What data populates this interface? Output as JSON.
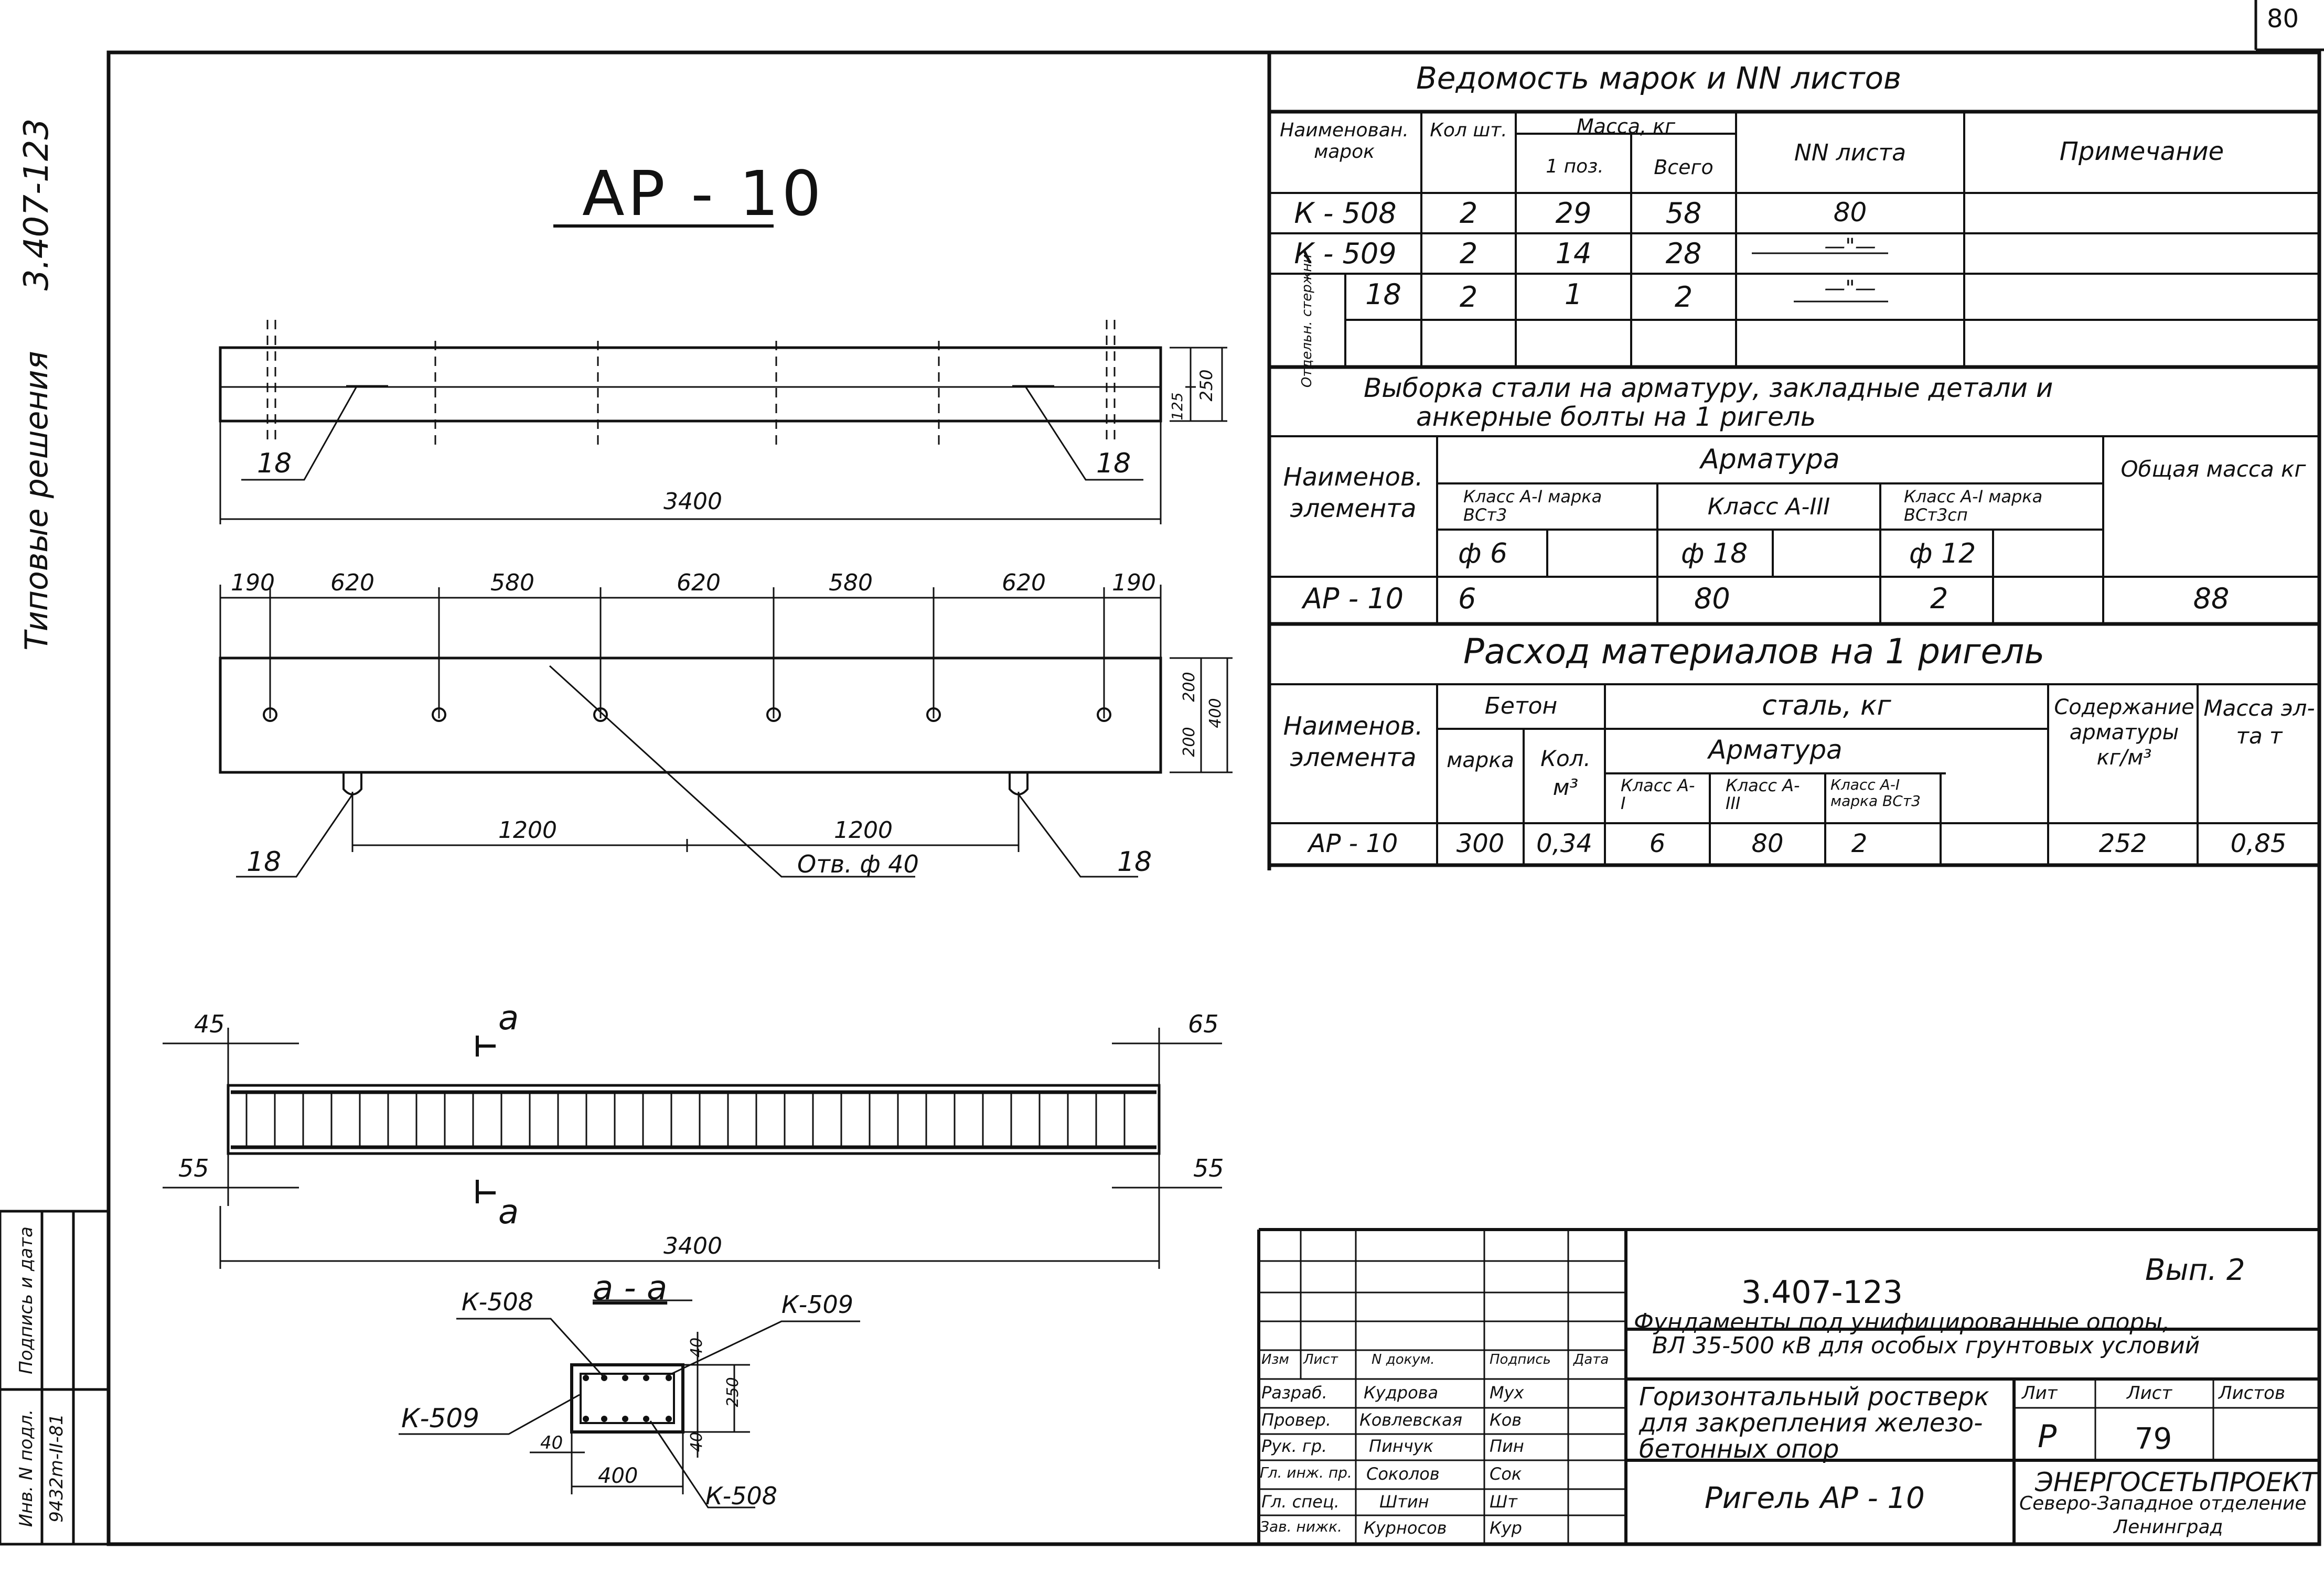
{
  "sheet_number": "80",
  "side": {
    "series_label": "Типовые решения",
    "series_code": "3.407-123",
    "inv_no_label": "Инв. N подл.",
    "inv_no_value": "9432m-II-81",
    "sign_date_label": "Подпись и дата"
  },
  "title": "АР - 10",
  "view1": {
    "bar_mark_left": "18",
    "bar_mark_right": "18",
    "length": "3400",
    "h_total": "250",
    "h_part": "125"
  },
  "view2": {
    "spacing": [
      "190",
      "620",
      "580",
      "620",
      "580",
      "620",
      "190"
    ],
    "dim_1200_a": "1200",
    "dim_1200_b": "1200",
    "mark_left": "18",
    "mark_right": "18",
    "hole_label": "Отв. ф 40",
    "h_top": "200",
    "h_bottom": "200",
    "h_total": "400"
  },
  "view3": {
    "left_top": "45",
    "left_bottom": "55",
    "right_top": "65",
    "right_bottom": "55",
    "section_mark": "а",
    "length": "3400"
  },
  "section": {
    "title": "а - а",
    "k508_top": "К-508",
    "k509_top": "К-509",
    "k509_left": "К-509",
    "k508_bottom": "К-508",
    "cover_top": "40",
    "height": "250",
    "cover_left": "40",
    "cover_bottom": "40",
    "width": "400"
  },
  "table1": {
    "title": "Ведомость марок и NN листов",
    "headers": {
      "name": "Наименован. марок",
      "qty": "Кол шт.",
      "mass": "Масса, кг",
      "mass_one": "1 поз.",
      "mass_all": "Всего",
      "sheet": "NN листа",
      "note": "Примечание"
    },
    "side_label": "Отдельн. стержни",
    "rows": [
      {
        "name": "К - 508",
        "qty": "2",
        "one": "29",
        "all": "58",
        "sheet": "80"
      },
      {
        "name": "К - 509",
        "qty": "2",
        "one": "14",
        "all": "28",
        "sheet": "—\"—"
      },
      {
        "name": "18",
        "qty": "2",
        "one": "1",
        "all": "2",
        "sheet": "—\"—"
      }
    ]
  },
  "table2": {
    "title_line1": "Выборка стали на арматуру, закладные детали и",
    "title_line2": "анкерные болты на 1 ригель",
    "name_header": "Наименов. элемента",
    "armature": "Арматура",
    "class1": "Класс А-I марка ВСт3",
    "class2": "Класс А-III",
    "class3": "Класс А-I марка ВСт3сп",
    "d1": "ф 6",
    "d2": "ф 18",
    "d3": "ф 12",
    "total_header": "Общая масса кг",
    "row": {
      "name": "АР - 10",
      "v1": "6",
      "v2": "80",
      "v3": "2",
      "total": "88"
    }
  },
  "table3": {
    "title": "Расход материалов на 1 ригель",
    "name_header": "Наименов. элемента",
    "concrete": "Бетон",
    "grade": "марка",
    "vol": "Кол. м³",
    "steel": "сталь, кг",
    "armature": "Арматура",
    "class1": "Класс А-I",
    "class2": "Класс А-III",
    "class3": "Класс А-I марка ВСт3",
    "content": "Содержание арматуры кг/м³",
    "mass": "Масса эл-та т",
    "row": {
      "name": "АР - 10",
      "grade": "300",
      "vol": "0,34",
      "c1": "6",
      "c2": "80",
      "c3": "2",
      "content": "252",
      "mass": "0,85"
    }
  },
  "stamp": {
    "code": "3.407-123",
    "issue": "Вып. 2",
    "project_line1": "Фундаменты под унифицированные опоры,",
    "project_line2": "ВЛ 35-500 кВ для особых грунтовых условий",
    "desc_line1": "Горизонтальный ростверк",
    "desc_line2": "для закрепления железо-",
    "desc_line3": "бетонных опор",
    "element": "Ригель АР - 10",
    "lit_header": "Лит",
    "sheet_header": "Лист",
    "sheets_header": "Листов",
    "lit": "Р",
    "sheet": "79",
    "org_line1": "ЭНЕРГОСЕТЬПРОЕКТ",
    "org_line2": "Северо-Западное отделение",
    "org_line3": "Ленинград",
    "col_headers": [
      "Изм",
      "Лист",
      "N докум.",
      "Подпись",
      "Дата"
    ],
    "people": [
      {
        "role": "Разраб.",
        "name": "Кудрова",
        "sign": "Мух"
      },
      {
        "role": "Провер.",
        "name": "Ковлевская",
        "sign": "Ков"
      },
      {
        "role": "Рук. гр.",
        "name": "Пинчук",
        "sign": "Пин"
      },
      {
        "role": "Гл. инж. пр.",
        "name": "Соколов",
        "sign": "Сок"
      },
      {
        "role": "Гл. спец.",
        "name": "Штин",
        "sign": "Шт"
      },
      {
        "role": "Зав. нижк.",
        "name": "Курносов",
        "sign": "Кур"
      }
    ]
  }
}
